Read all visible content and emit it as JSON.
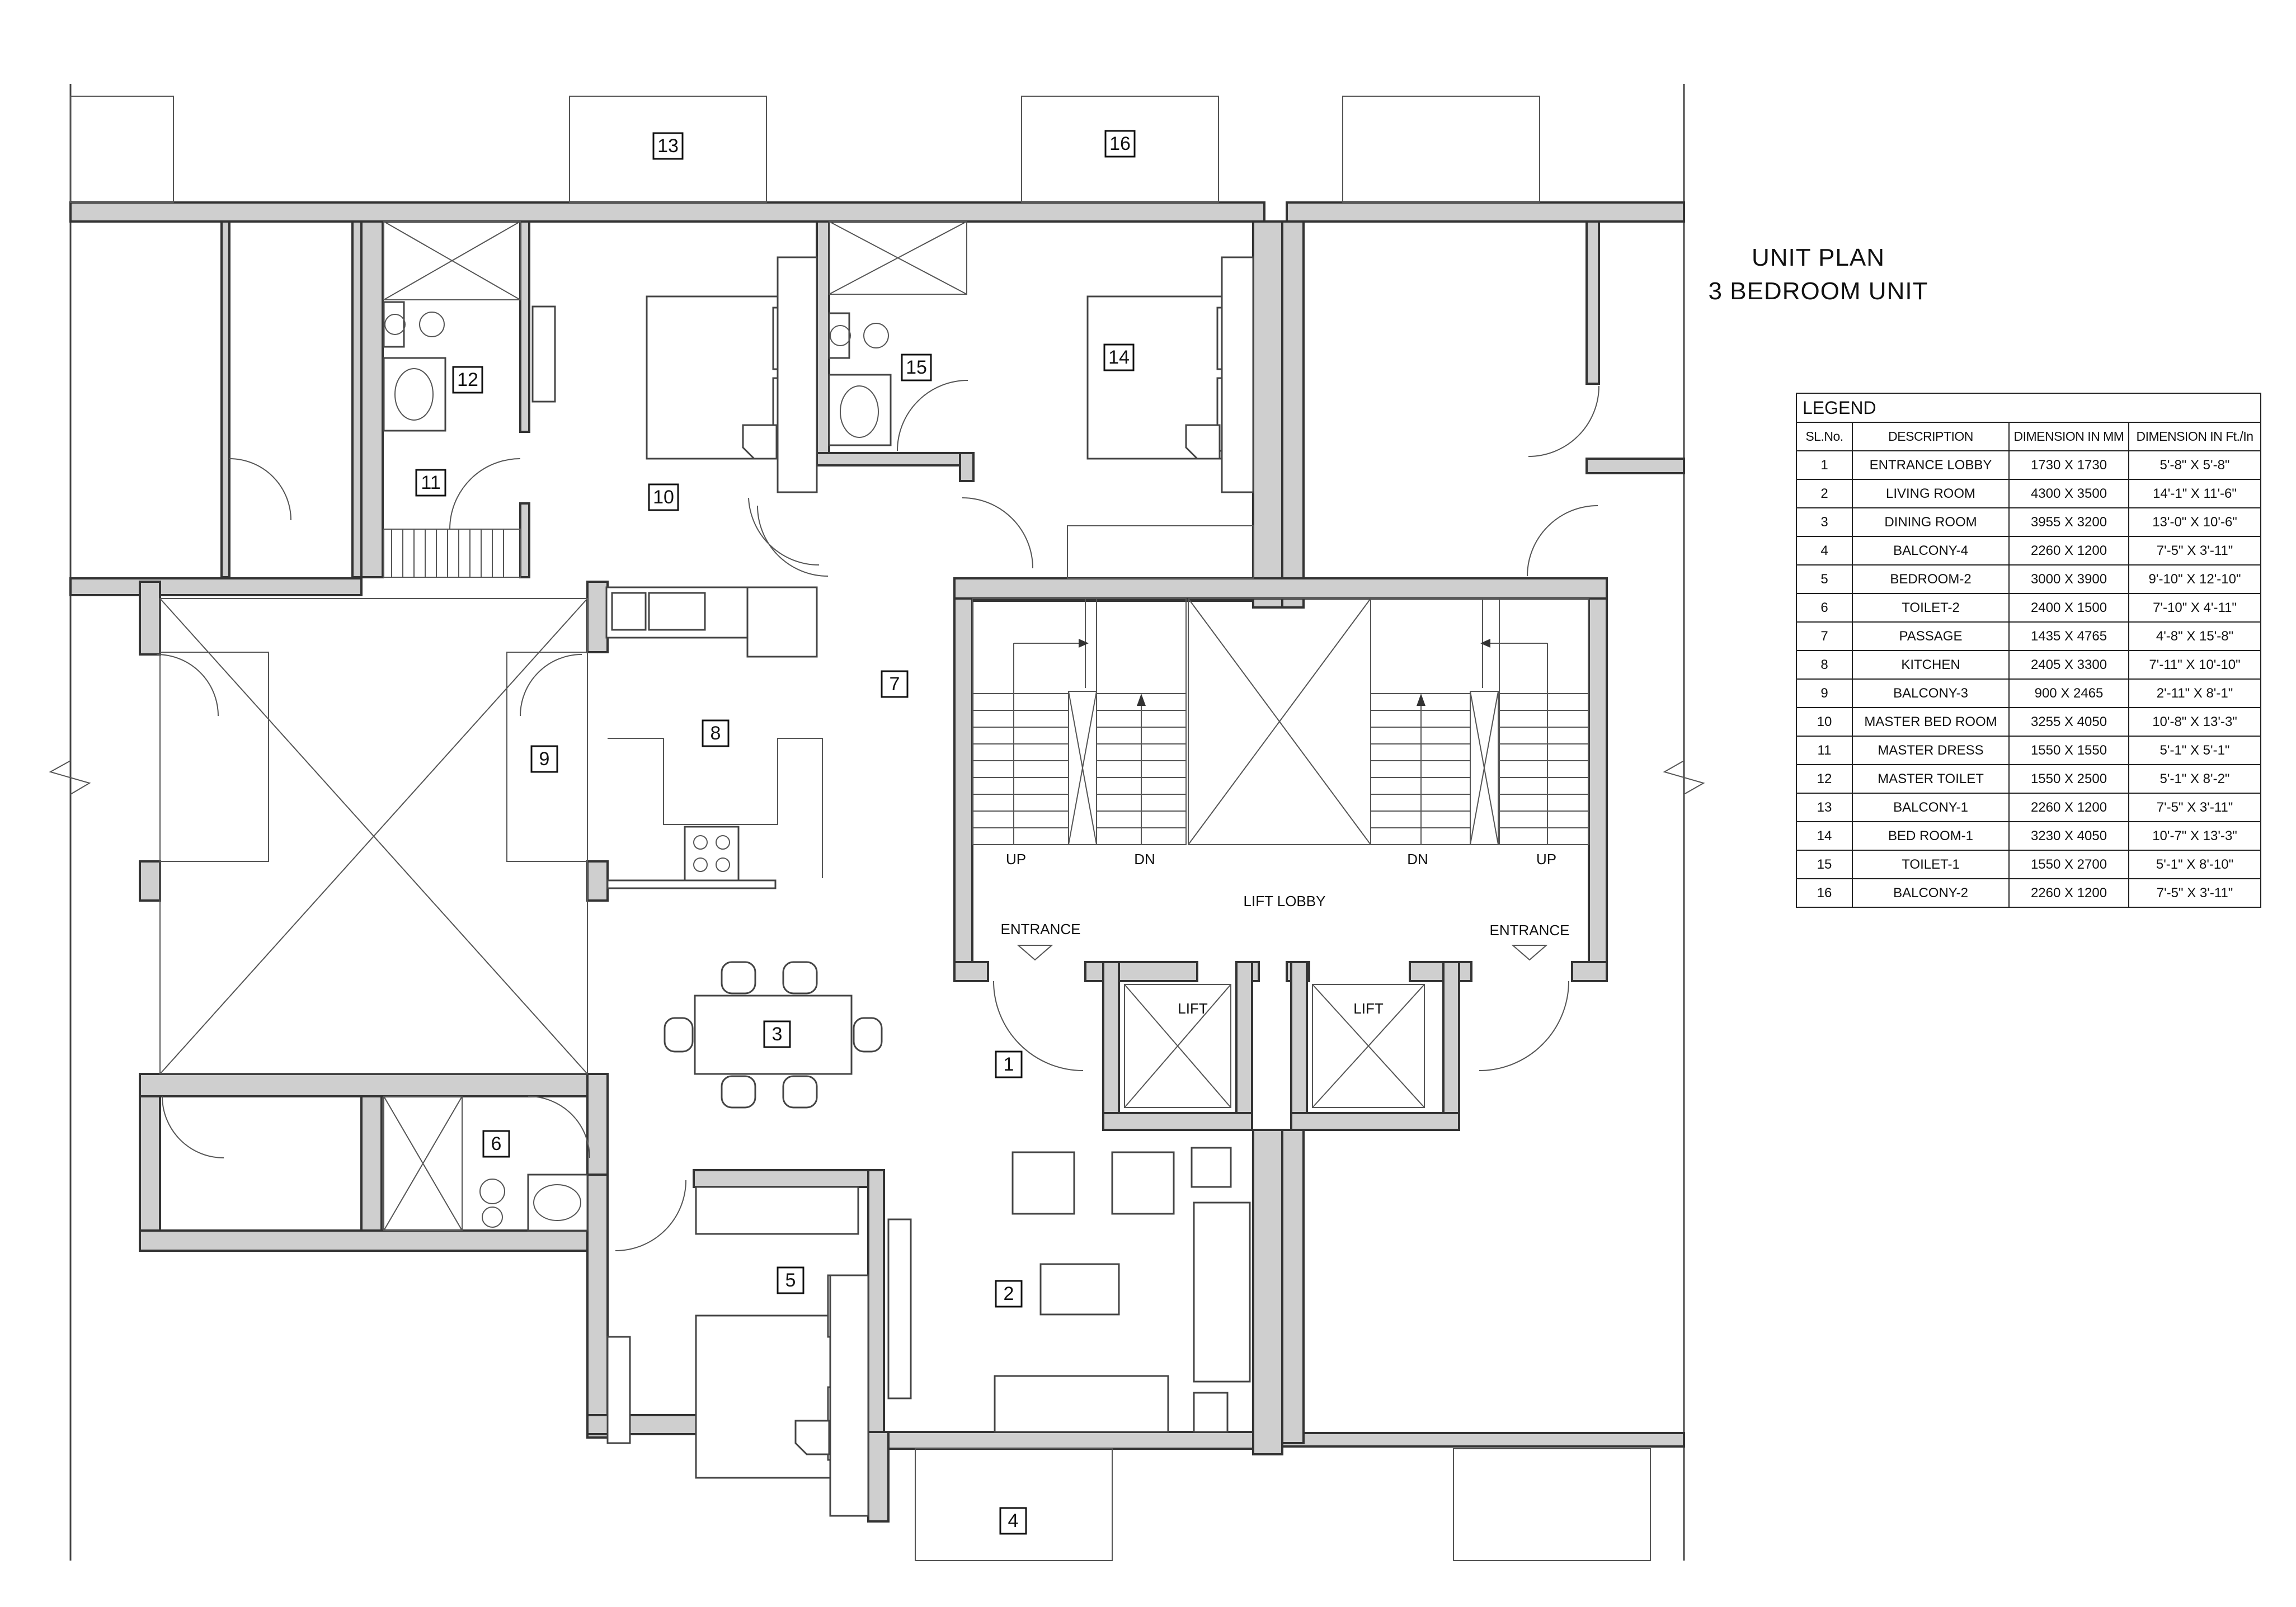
{
  "title": {
    "line1": "UNIT PLAN",
    "line2": "3 BEDROOM UNIT"
  },
  "plan_labels": {
    "up": "UP",
    "dn": "DN",
    "lift_lobby": "LIFT LOBBY",
    "entrance": "ENTRANCE",
    "lift": "LIFT"
  },
  "room_tags": [
    "1",
    "2",
    "3",
    "4",
    "5",
    "6",
    "7",
    "8",
    "9",
    "10",
    "11",
    "12",
    "13",
    "14",
    "15",
    "16"
  ],
  "legend": {
    "caption": "LEGEND",
    "headers": [
      "SL.No.",
      "DESCRIPTION",
      "DIMENSION IN MM",
      "DIMENSION IN Ft./In"
    ],
    "rows": [
      [
        "1",
        "ENTRANCE LOBBY",
        "1730 X 1730",
        "5'-8\" X 5'-8\""
      ],
      [
        "2",
        "LIVING ROOM",
        "4300 X 3500",
        "14'-1\" X 11'-6\""
      ],
      [
        "3",
        "DINING ROOM",
        "3955 X 3200",
        "13'-0\" X 10'-6\""
      ],
      [
        "4",
        "BALCONY-4",
        "2260 X 1200",
        "7'-5\" X 3'-11\""
      ],
      [
        "5",
        "BEDROOM-2",
        "3000 X 3900",
        "9'-10\" X 12'-10\""
      ],
      [
        "6",
        "TOILET-2",
        "2400 X 1500",
        "7'-10\" X 4'-11\""
      ],
      [
        "7",
        "PASSAGE",
        "1435 X 4765",
        "4'-8\" X 15'-8\""
      ],
      [
        "8",
        "KITCHEN",
        "2405 X 3300",
        "7'-11\" X 10'-10\""
      ],
      [
        "9",
        "BALCONY-3",
        "900 X 2465",
        "2'-11\" X 8'-1\""
      ],
      [
        "10",
        "MASTER BED ROOM",
        "3255 X 4050",
        "10'-8\" X 13'-3\""
      ],
      [
        "11",
        "MASTER DRESS",
        "1550 X 1550",
        "5'-1\" X 5'-1\""
      ],
      [
        "12",
        "MASTER TOILET",
        "1550 X 2500",
        "5'-1\" X 8'-2\""
      ],
      [
        "13",
        "BALCONY-1",
        "2260 X 1200",
        "7'-5\" X 3'-11\""
      ],
      [
        "14",
        "BED ROOM-1",
        "3230 X 4050",
        "10'-7\" X 13'-3\""
      ],
      [
        "15",
        "TOILET-1",
        "1550 X 2700",
        "5'-1\" X 8'-10\""
      ],
      [
        "16",
        "BALCONY-2",
        "2260 X 1200",
        "7'-5\" X 3'-11\""
      ]
    ]
  }
}
